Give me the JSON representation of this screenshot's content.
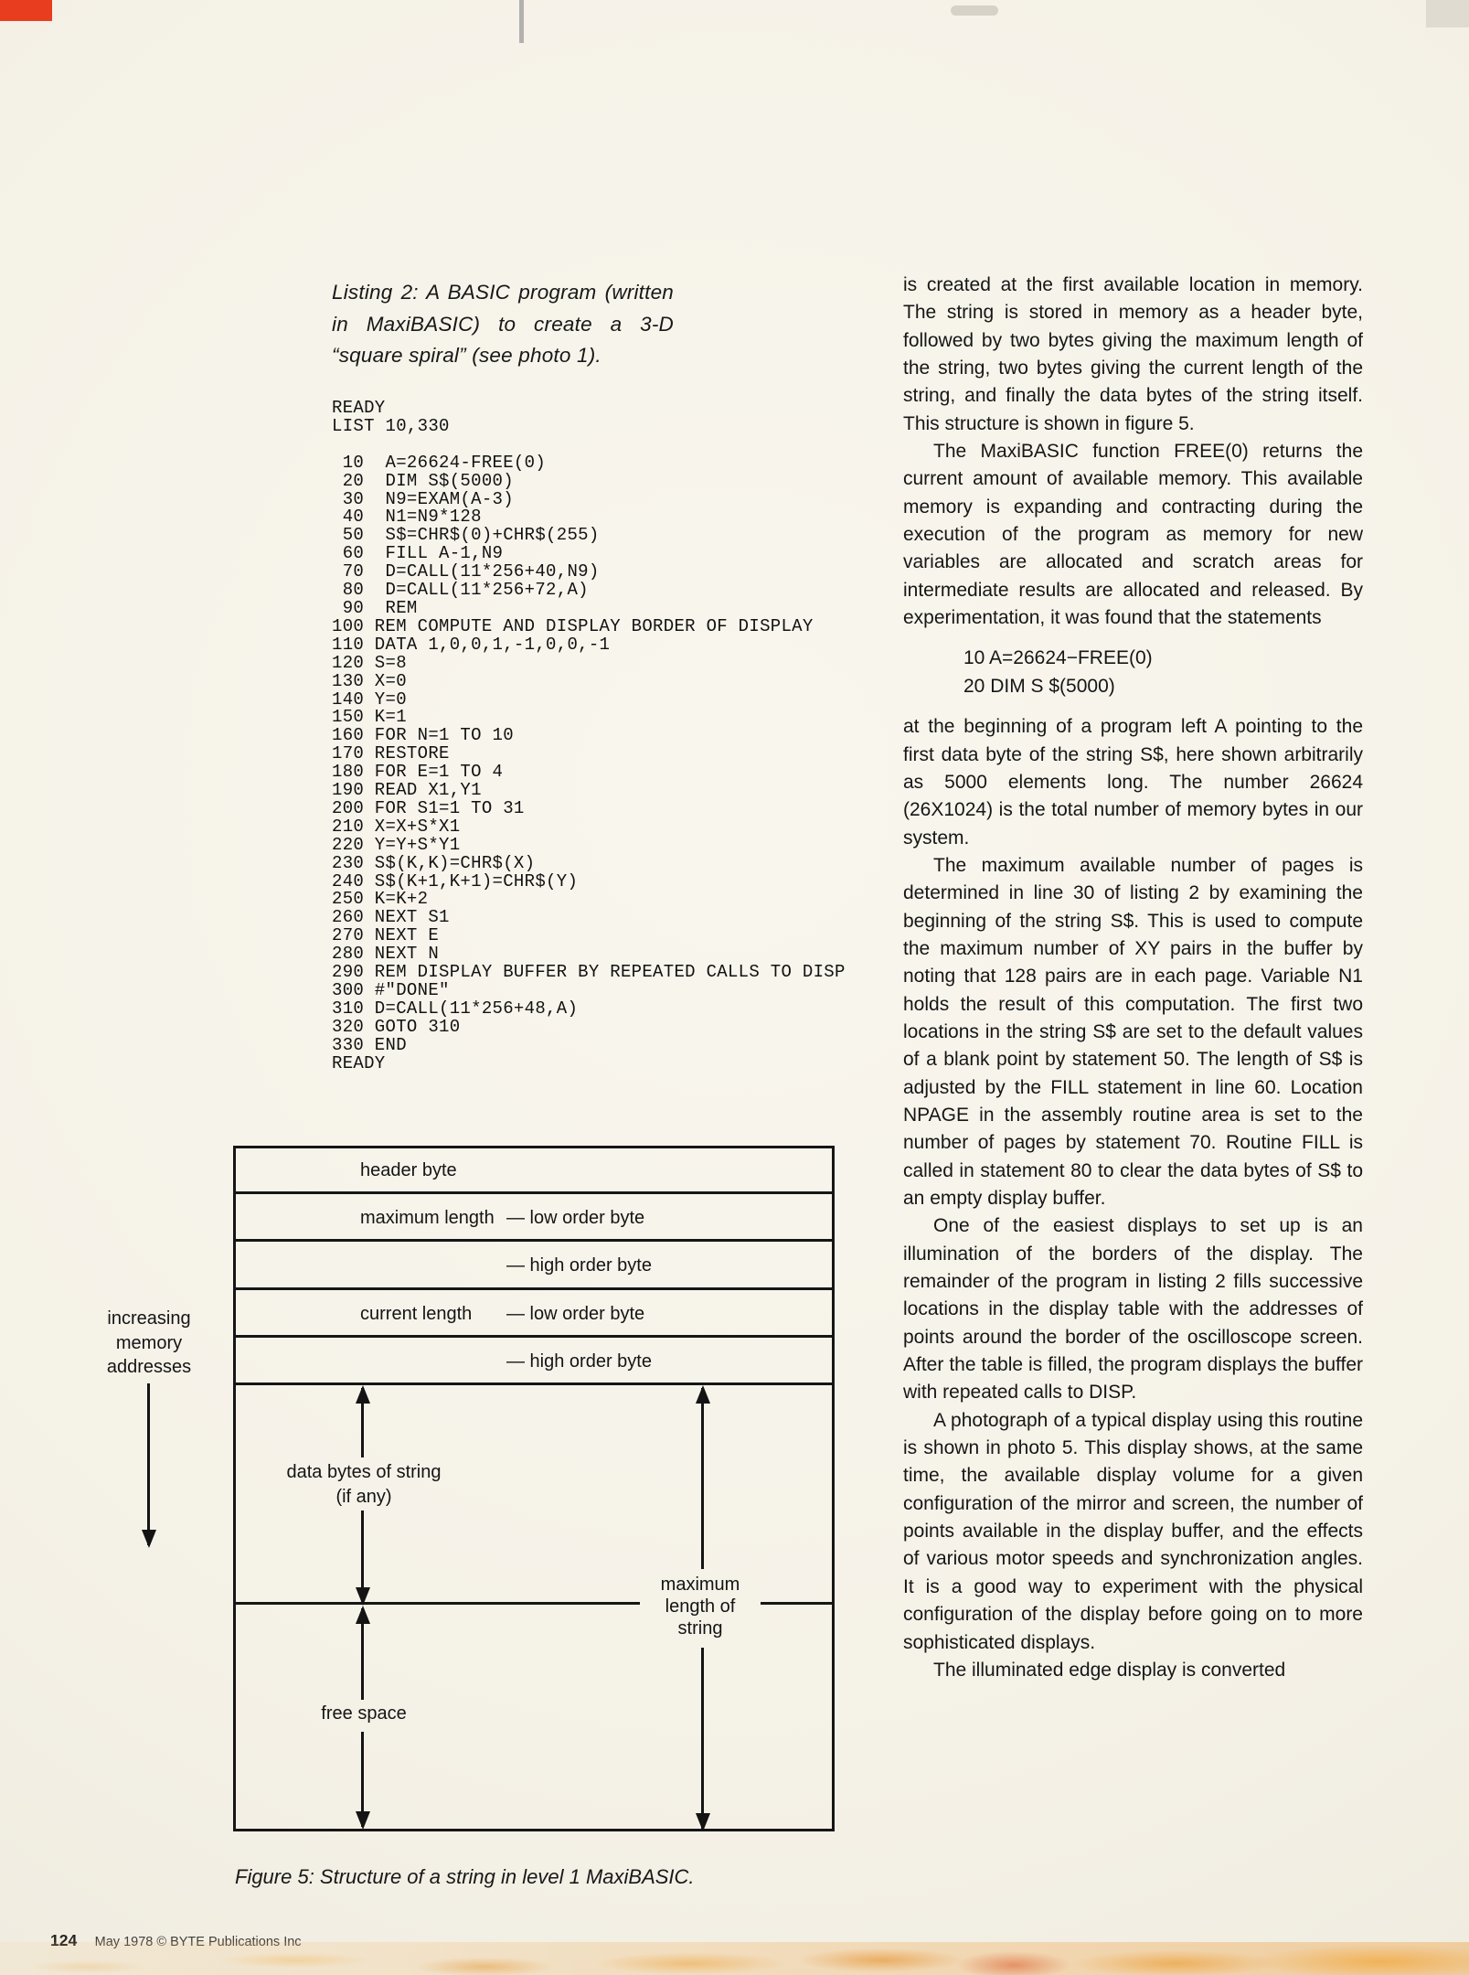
{
  "page": {
    "number": "124",
    "footer_credit": "May 1978 © BYTE Publications Inc"
  },
  "listing": {
    "caption": "Listing 2: A BASIC program (written in MaxiBASIC) to create a 3-D “square spiral” (see photo 1).",
    "code": [
      "READY",
      "LIST 10,330",
      "",
      " 10  A=26624-FREE(0)",
      " 20  DIM S$(5000)",
      " 30  N9=EXAM(A-3)",
      " 40  N1=N9*128",
      " 50  S$=CHR$(0)+CHR$(255)",
      " 60  FILL A-1,N9",
      " 70  D=CALL(11*256+40,N9)",
      " 80  D=CALL(11*256+72,A)",
      " 90  REM",
      "100 REM COMPUTE AND DISPLAY BORDER OF DISPLAY",
      "110 DATA 1,0,0,1,-1,0,0,-1",
      "120 S=8",
      "130 X=0",
      "140 Y=0",
      "150 K=1",
      "160 FOR N=1 TO 10",
      "170 RESTORE",
      "180 FOR E=1 TO 4",
      "190 READ X1,Y1",
      "200 FOR S1=1 TO 31",
      "210 X=X+S*X1",
      "220 Y=Y+S*Y1",
      "230 S$(K,K)=CHR$(X)",
      "240 S$(K+1,K+1)=CHR$(Y)",
      "250 K=K+2",
      "260 NEXT S1",
      "270 NEXT E",
      "280 NEXT N",
      "290 REM DISPLAY BUFFER BY REPEATED CALLS TO DISP",
      "300 #\"DONE\"",
      "310 D=CALL(11*256+48,A)",
      "320 GOTO 310",
      "330 END",
      "READY"
    ]
  },
  "figure": {
    "caption": "Figure 5: Structure of a string in level 1 MaxiBASIC.",
    "rows": [
      {
        "left": "header byte",
        "right": ""
      },
      {
        "left": "maximum length",
        "right": "— low order byte"
      },
      {
        "left": "",
        "right": "— high order byte"
      },
      {
        "left": "current length",
        "right": "— low order byte"
      },
      {
        "left": "",
        "right": "— high order byte"
      }
    ],
    "data_section": [
      "data bytes of string",
      "(if any)"
    ],
    "free_section": "free space",
    "right_annotation": [
      "maximum",
      "length of",
      "string"
    ],
    "left_annotation": [
      "increasing",
      "memory",
      "addresses"
    ]
  },
  "article": {
    "paragraphs": [
      "is created at the first available location in memory. The string is stored in memory as a header byte, followed by two bytes giving the maximum length of the string, two bytes giving the current length of the string, and finally the data bytes of the string itself. This structure is shown in figure 5.",
      "The MaxiBASIC function FREE(0) returns the current amount of available memory. This available memory is expanding and contracting during the execution of the program as memory for new variables are allocated and scratch areas for intermediate results are allocated and released. By experimentation, it was found that the statements",
      "at the beginning of a program left A pointing to the first data byte of the string S$, here shown arbitrarily as 5000 elements long. The number 26624 (26X1024) is the total number of memory bytes in our system.",
      "The maximum available number of pages is determined in line 30 of listing 2 by examining the beginning of the string S$. This is used to compute the maximum number of XY pairs in the buffer by noting that 128 pairs are in each page. Variable N1 holds the result of this computation. The first two locations in the string S$ are set to the default values of a blank point by statement 50. The length of S$ is adjusted by the FILL statement in line 60. Location NPAGE in the assembly routine area is set to the number of pages by statement 70. Routine FILL is called in statement 80 to clear the data bytes of S$ to an empty display buffer.",
      "One of the easiest displays to set up is an illumination of the borders of the display. The remainder of the program in listing 2 fills successive locations in the display table with the addresses of points around the border of the oscilloscope screen. After the table is filled, the program displays the buffer with repeated calls to DISP.",
      "A photograph of a typical display using this routine is shown in photo 5. This display shows, at the same time, the available display volume for a given configuration of the mirror and screen, the number of points available in the display buffer, and the effects of various motor speeds and synchronization angles. It is a good way to experiment with the physical configuration of the display before going on to more sophisticated displays.",
      "The illuminated edge display is converted"
    ],
    "inline_code": [
      "10 A=26624−FREE(0)",
      "20 DIM S $(5000)"
    ]
  }
}
